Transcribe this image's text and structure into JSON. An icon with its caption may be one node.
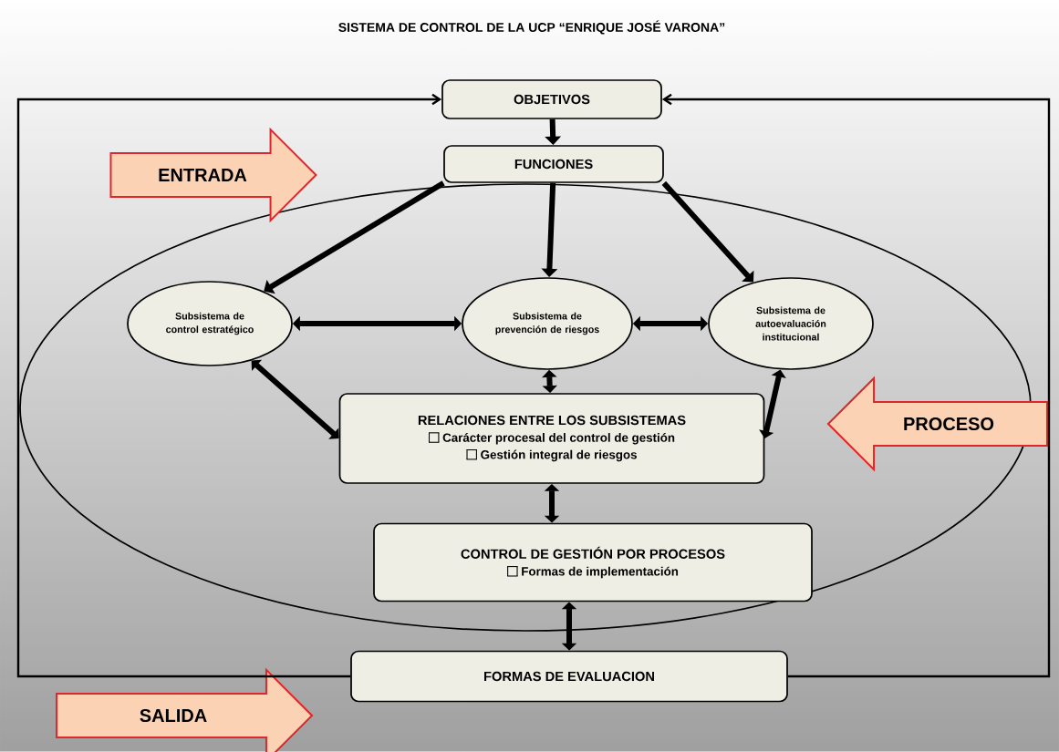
{
  "diagram": {
    "title": "SISTEMA DE CONTROL DE LA UCP “ENRIQUE JOSÉ VARONA”",
    "nodes": [
      {
        "text": [
          "OBJETIVOS"
        ]
      },
      {
        "text": [
          "FUNCIONES"
        ]
      },
      {
        "text": [],
        "shape": "ellipse"
      },
      {
        "text": [
          "Subsistema de control estratégico"
        ],
        "in": 2
      },
      {
        "text": [
          "Subsistema de prevención de riesgos"
        ],
        "in": 2
      },
      {
        "text": [
          "Subsistema de autoevaluación institucional"
        ],
        "in": 2
      },
      {
        "text": [
          "RELACIONES ENTRE LOS SUBSISTEMAS",
          "Carácter procesal del control de gestión",
          "Gestión integral de riesgos"
        ],
        "in": 2
      },
      {
        "text": [
          "CONTROL DE GESTIÓN POR PROCESOS",
          "Formas de implementación"
        ],
        "in": 2
      },
      {
        "text": [
          "FORMAS DE EVALUACION"
        ]
      },
      {
        "text": [
          "ENTRADA"
        ]
      },
      {
        "text": [
          "PROCESO"
        ]
      },
      {
        "text": [
          "SALIDA"
        ]
      }
    ],
    "edges": [
      {
        "from": 0,
        "to": 1,
        "arrow": "to"
      },
      {
        "from": 1,
        "to": 3,
        "arrow": "to"
      },
      {
        "from": 1,
        "to": 4,
        "arrow": "to"
      },
      {
        "from": 1,
        "to": 5,
        "arrow": "to"
      },
      {
        "from": 3,
        "to": 4,
        "arrow": "both"
      },
      {
        "from": 4,
        "to": 5,
        "arrow": "both"
      },
      {
        "from": 3,
        "to": 6,
        "arrow": "both"
      },
      {
        "from": 4,
        "to": 6,
        "arrow": "both"
      },
      {
        "from": 5,
        "to": 6,
        "arrow": "both"
      },
      {
        "from": 6,
        "to": 7,
        "arrow": "both"
      },
      {
        "from": 7,
        "to": 8,
        "arrow": "both"
      },
      {
        "from": 8,
        "to": 0,
        "arrow": "to"
      },
      {
        "from": 8,
        "to": 0,
        "arrow": "to"
      }
    ]
  }
}
